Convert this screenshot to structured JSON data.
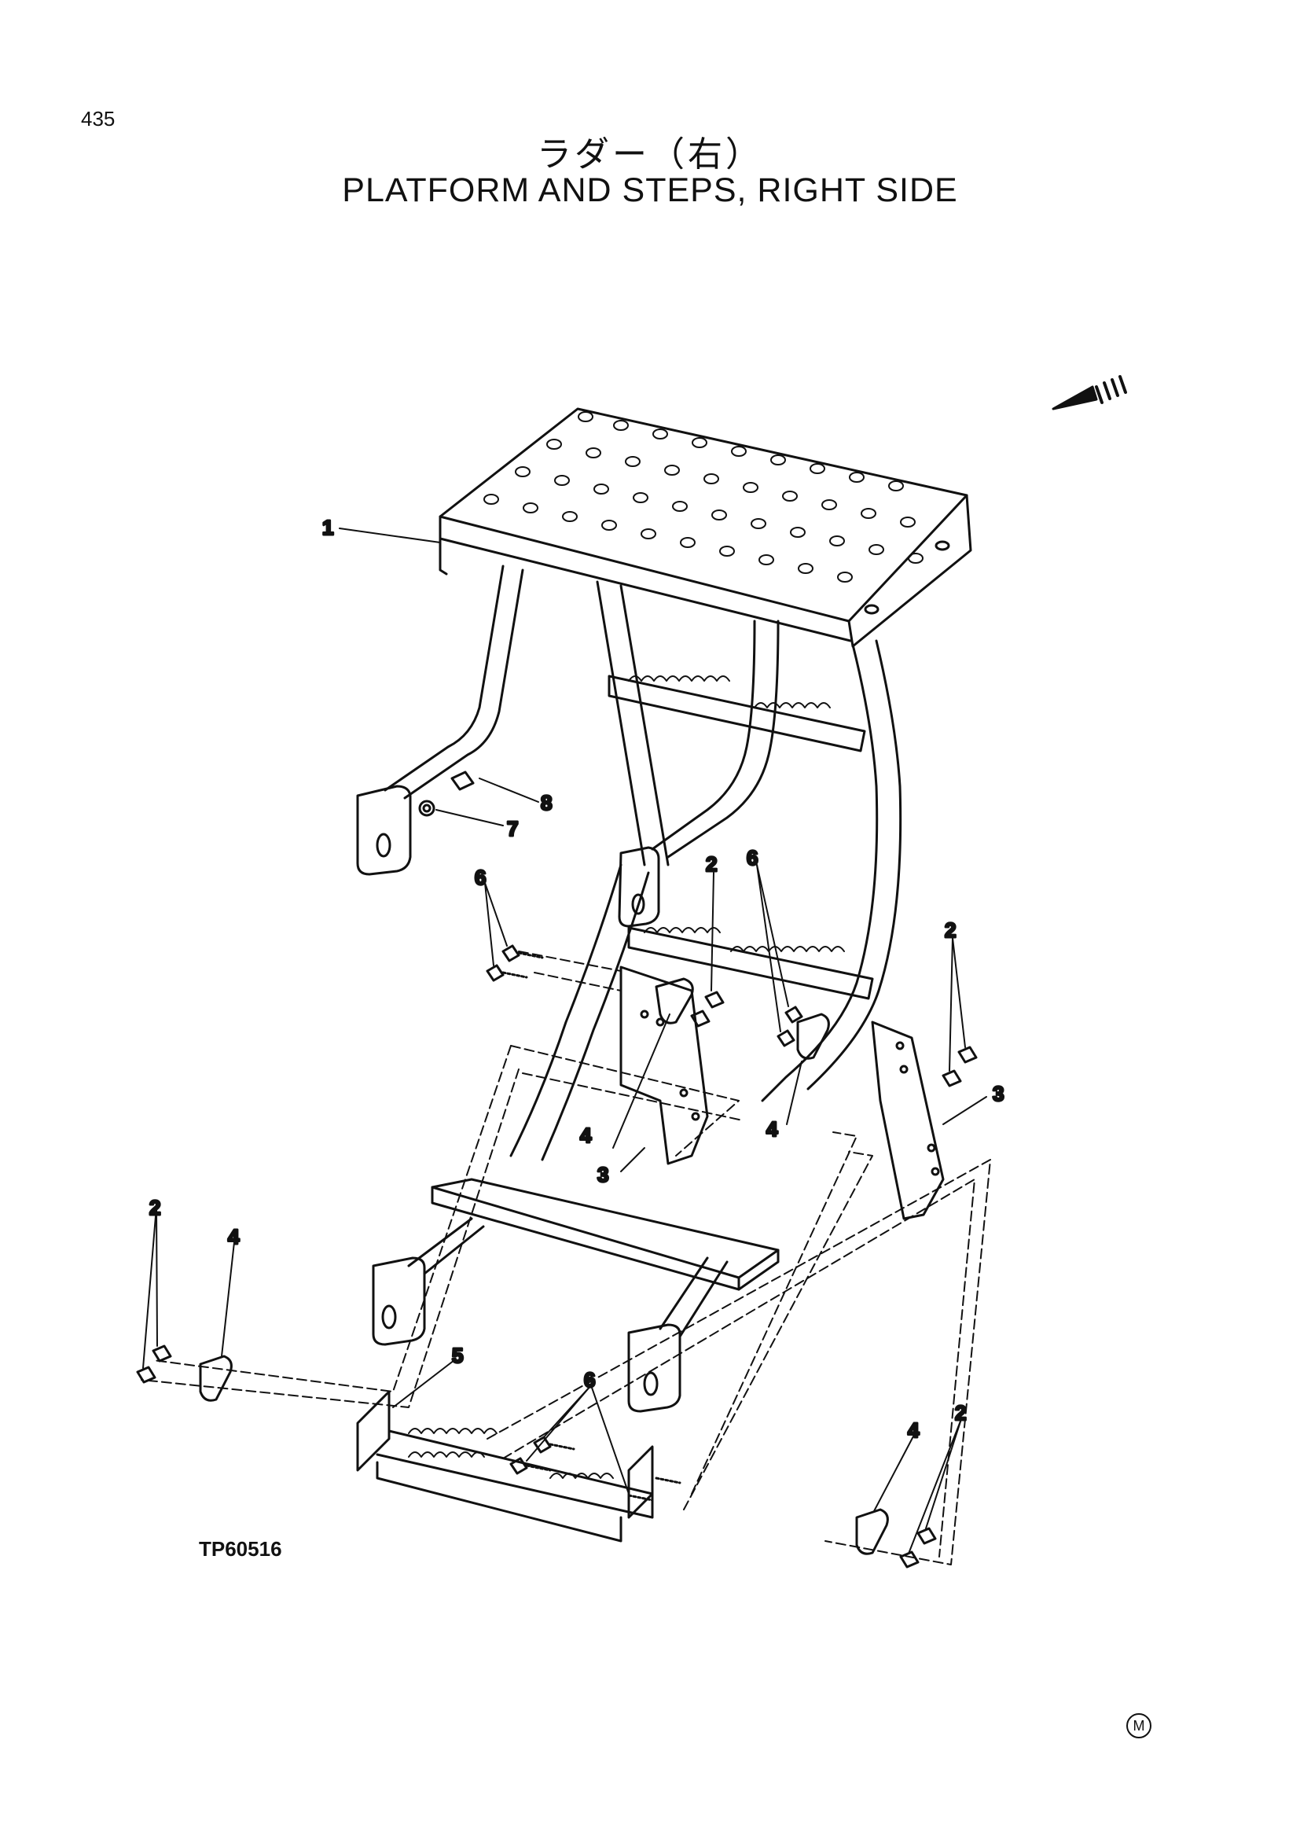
{
  "page_number": "435",
  "title_ja": "ラダー（右）",
  "title_en": "PLATFORM AND STEPS, RIGHT SIDE",
  "reference_code": "TP60516",
  "corner_mark": "M",
  "callouts": {
    "c1": "1",
    "c8": "8",
    "c7": "7",
    "c6a": "6",
    "c2a": "2",
    "c6b": "6",
    "c2b": "2",
    "c3a": "3",
    "c4a": "4",
    "c4b": "4",
    "c3b": "3",
    "c2c": "2",
    "c4c": "4",
    "c5": "5",
    "c6c": "6",
    "c4d": "4",
    "c2d": "2"
  }
}
